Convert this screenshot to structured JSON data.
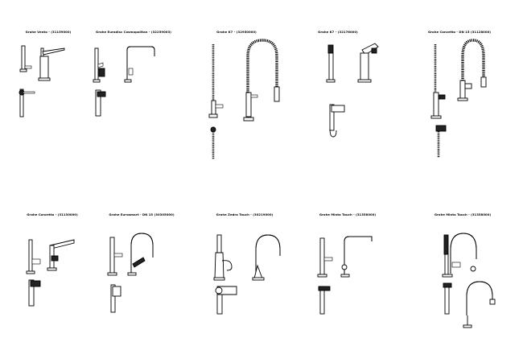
{
  "sheet": {
    "labels": [
      "Grohe Vento - (31159000)",
      "Grohe Eurodisc Cosmopolitan - (32259003)",
      "Grohe K7 - (32950000)",
      "Grohe K7 - (32176000)",
      "Grohe Concetto - DN 15 (31128000)",
      "Grohe Concetto - (31130000)",
      "Grohe Eurosmart - DN 15 (30305000)",
      "Grohe Zedra Touch - (30219000)",
      "Grohe Minta Touch - (31358000)",
      "Grohe Minta Touch - (31358000)"
    ]
  },
  "colors": {
    "line": "#000000",
    "background": "#ffffff"
  }
}
